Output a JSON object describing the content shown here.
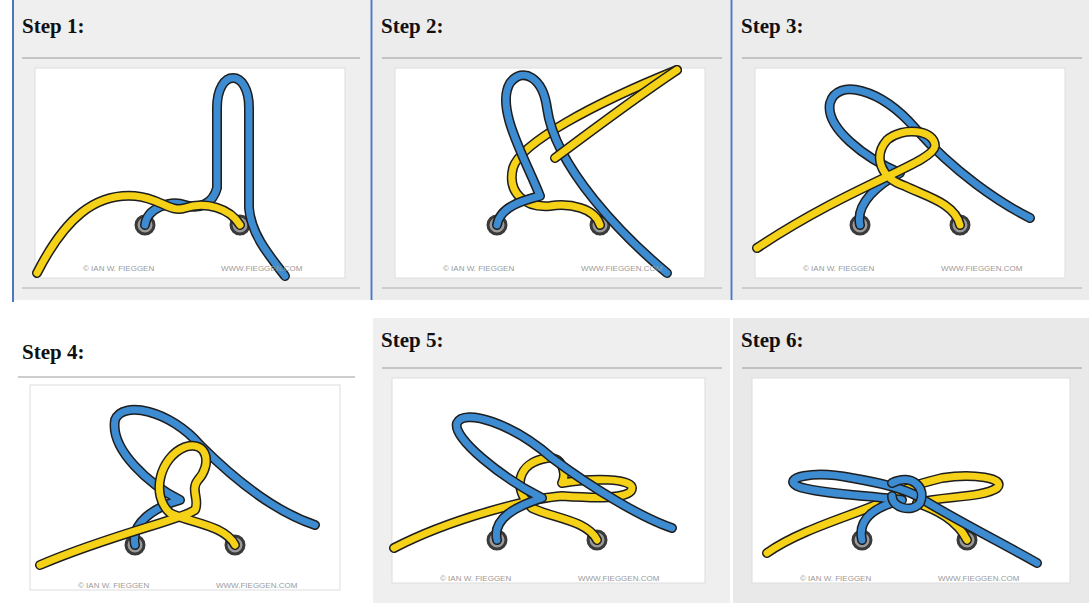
{
  "diagram": {
    "nodes": [
      {
        "text": [
          "Step 1:"
        ]
      },
      {
        "text": [
          "Step 2:"
        ]
      },
      {
        "text": [
          "Step 3:"
        ]
      },
      {
        "text": [
          "Step 4:"
        ]
      },
      {
        "text": [
          "Step 5:"
        ]
      },
      {
        "text": [
          "Step 6:"
        ]
      }
    ],
    "labels": [
      "© IAN W. FIEGGEN",
      "WWW.FIEGGEN.COM",
      "© IAN W. FIEGGEN",
      "WWW.FIEGGEN.COM",
      "© IAN W. FIEGGEN",
      "WWW.FIEGGEN.COM",
      "© IAN W. FIEGGEN",
      "WWW.FIEGGEN.COM",
      "© IAN W. FIEGGEN",
      "WWW.FIEGGEN.COM",
      "© IAN W. FIEGGEN",
      "WWW.FIEGGEN.COM"
    ]
  }
}
